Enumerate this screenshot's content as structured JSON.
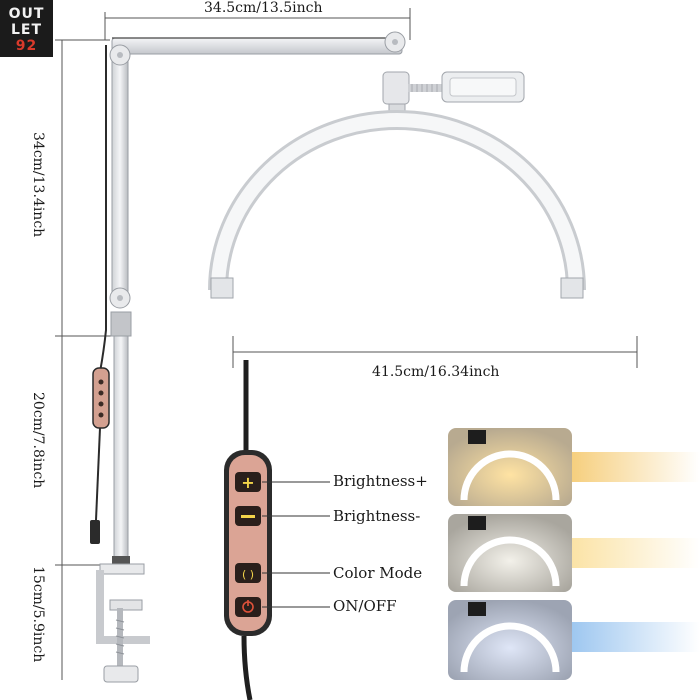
{
  "logo": {
    "line1": "OUT",
    "line2": "LET",
    "line3": "92"
  },
  "dimensions": {
    "arm_width": "34.5cm/13.5inch",
    "arm_height": "34cm/13.4inch",
    "lamp_width": "41.5cm/16.34inch",
    "pole_height": "20cm/7.8inch",
    "clamp_height": "15cm/5.9inch"
  },
  "controller": {
    "buttons": [
      {
        "label": "Brightness+",
        "symbol": "+"
      },
      {
        "label": "Brightness-",
        "symbol": "−"
      },
      {
        "label": "Color Mode",
        "symbol": "( )"
      },
      {
        "label": "ON/OFF",
        "symbol": "⏻"
      }
    ]
  },
  "colors": {
    "warm": "#f6cf7e",
    "neutral": "#fbe9b8",
    "cool": "#a9cdf2",
    "controller": "#dba495"
  }
}
